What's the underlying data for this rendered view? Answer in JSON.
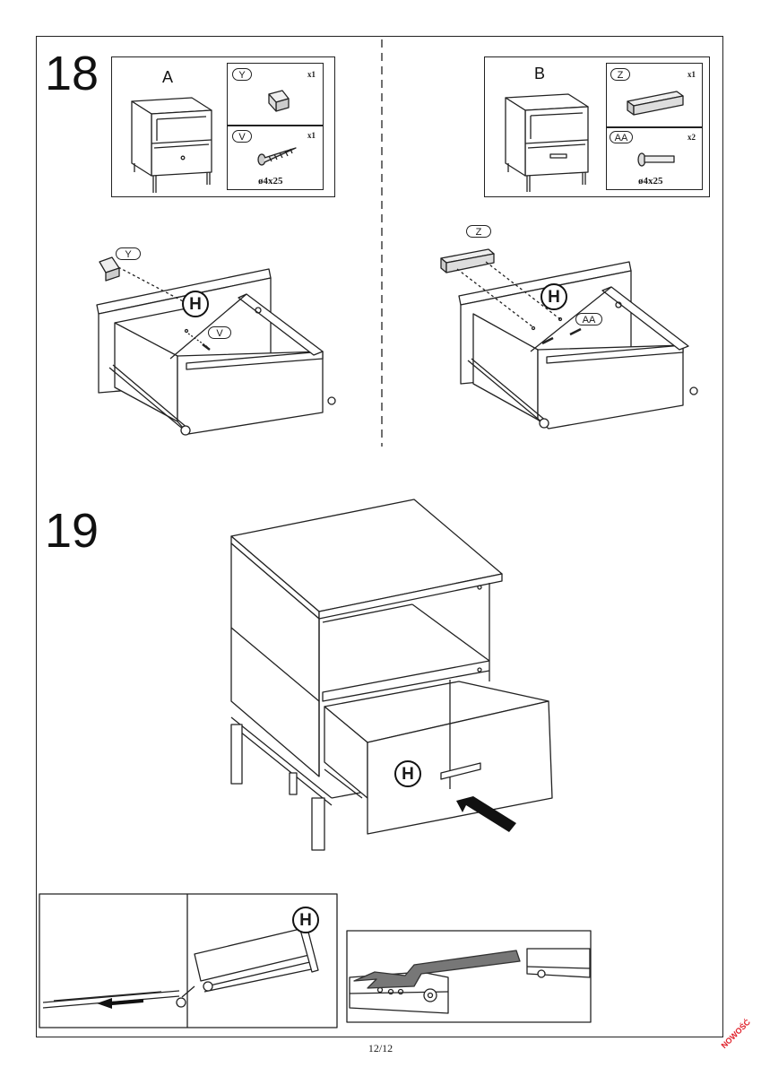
{
  "steps": {
    "step18": {
      "number": "18",
      "variant_a": {
        "label": "A",
        "part_y": {
          "tag": "Y",
          "qty": "x1"
        },
        "part_v": {
          "tag": "V",
          "qty": "x1",
          "size": "ø4x25"
        }
      },
      "variant_b": {
        "label": "B",
        "part_z": {
          "tag": "Z",
          "qty": "x1"
        },
        "part_aa": {
          "tag": "AA",
          "qty": "x2",
          "size": "ø4x25"
        }
      },
      "callouts_a": {
        "y": "Y",
        "h": "H",
        "v": "V"
      },
      "callouts_b": {
        "z": "Z",
        "h": "H",
        "aa": "AA"
      }
    },
    "step19": {
      "number": "19",
      "drawer_label": "H",
      "detail_label": "H"
    }
  },
  "footer": {
    "page": "12/12"
  },
  "badge": "NOWOŚĆ"
}
